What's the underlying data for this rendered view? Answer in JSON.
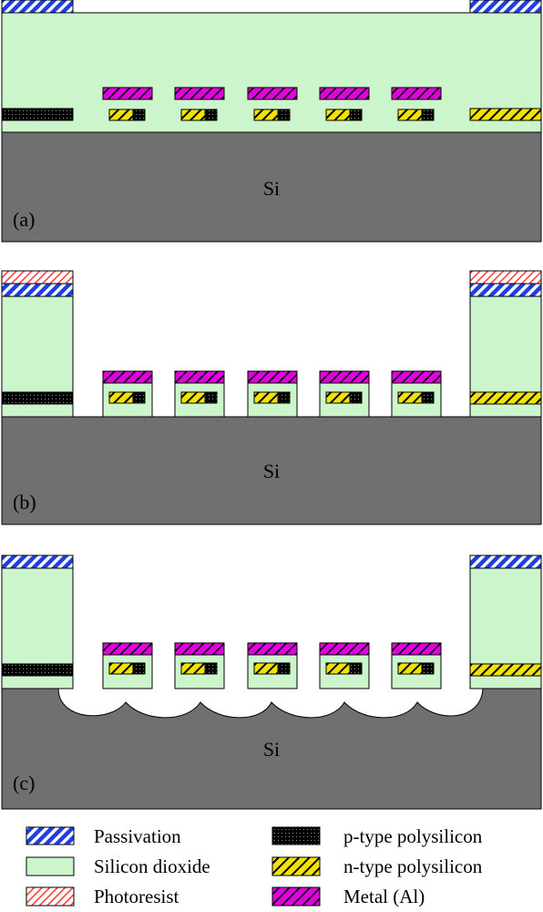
{
  "panels": [
    {
      "label": "(a)",
      "substrate_label": "Si"
    },
    {
      "label": "(b)",
      "substrate_label": "Si"
    },
    {
      "label": "(c)",
      "substrate_label": "Si"
    }
  ],
  "legend": {
    "items": [
      {
        "label": "Passivation",
        "material": "passivation"
      },
      {
        "label": "Silicon dioxide",
        "material": "oxide"
      },
      {
        "label": "Photoresist",
        "material": "photoresist"
      },
      {
        "label": "p-type polysilicon",
        "material": "ptype"
      },
      {
        "label": "n-type polysilicon",
        "material": "ntype"
      },
      {
        "label": "Metal (Al)",
        "material": "metal"
      }
    ]
  },
  "colors": {
    "passivation": "#1f3fe0",
    "oxide": "#ccf5cc",
    "photoresist": "#ff6060",
    "ptype": "#000000",
    "ntype": "#f2e200",
    "metal": "#e000e0",
    "silicon": "#707070",
    "outline": "#000000"
  }
}
